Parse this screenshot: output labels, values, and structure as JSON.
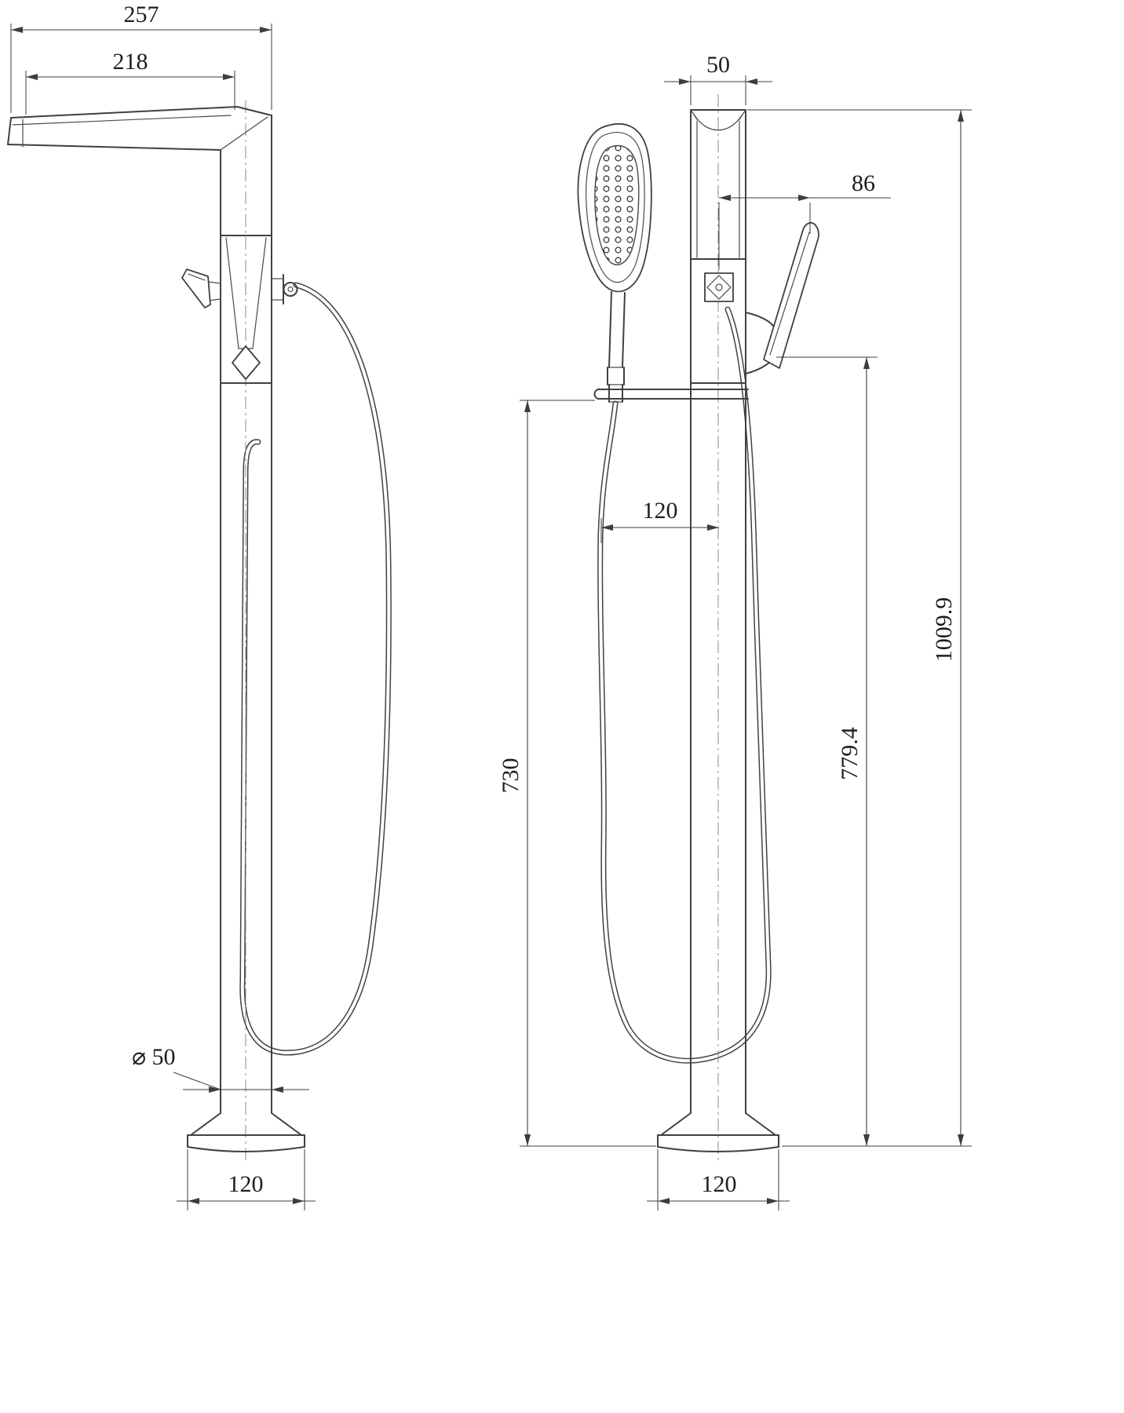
{
  "dimensions": {
    "left_view": {
      "spout_overall": "257",
      "spout_reach": "218",
      "column_diameter": "⌀ 50",
      "base_width": "120"
    },
    "right_view": {
      "top_width": "50",
      "handle_offset": "86",
      "hose_to_center": "120",
      "holder_bar_height": "730",
      "handle_height": "779.4",
      "overall_height": "1009.9",
      "base_width": "120"
    }
  }
}
